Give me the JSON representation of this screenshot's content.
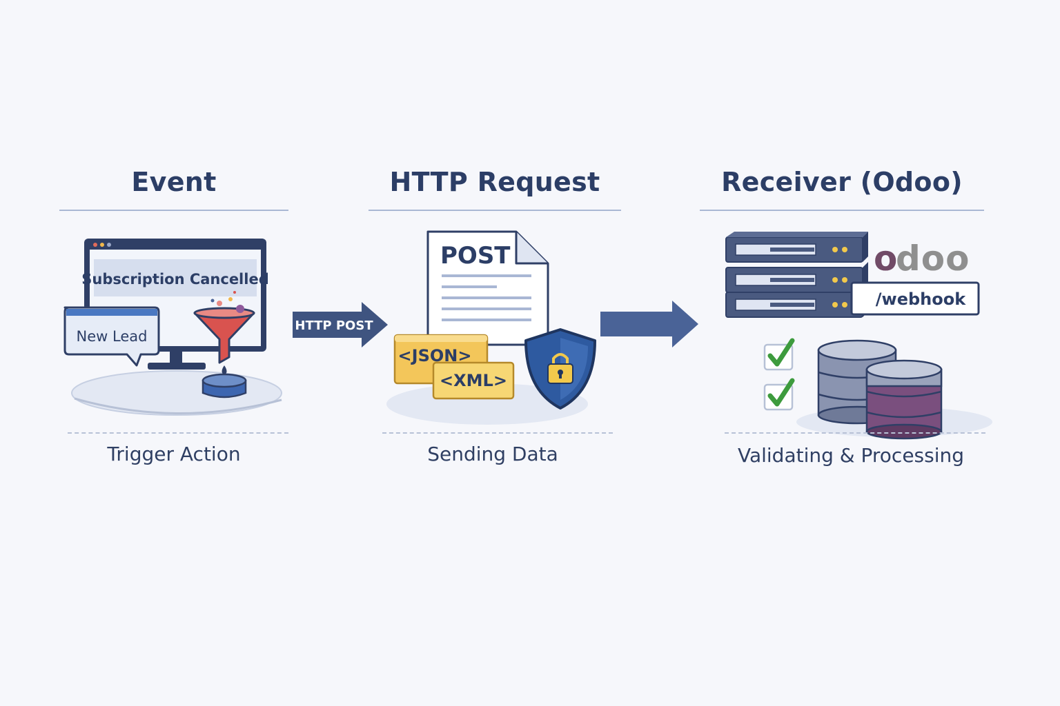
{
  "stages": [
    {
      "title": "Event",
      "caption": "Trigger Action"
    },
    {
      "title": "HTTP Request",
      "caption": "Sending Data"
    },
    {
      "title": "Receiver (Odoo)",
      "caption": "Validating & Processing"
    }
  ],
  "event": {
    "screen_text": "Subscription Cancelled",
    "bubble_text": "New Lead"
  },
  "connector": {
    "label": "HTTP POST"
  },
  "request": {
    "method": "POST",
    "formats": [
      "<JSON>",
      "<XML>"
    ]
  },
  "receiver": {
    "brand": "odoo",
    "endpoint": "/webhook"
  },
  "colors": {
    "navy": "#2c3e66",
    "accent_blue": "#4a6397",
    "funnel_red": "#d9534f",
    "note_yellow": "#f7d774",
    "shield_blue": "#2e5aa0",
    "odoo_purple": "#714b67",
    "check_green": "#3d9b3d",
    "background": "#f6f7fb"
  }
}
